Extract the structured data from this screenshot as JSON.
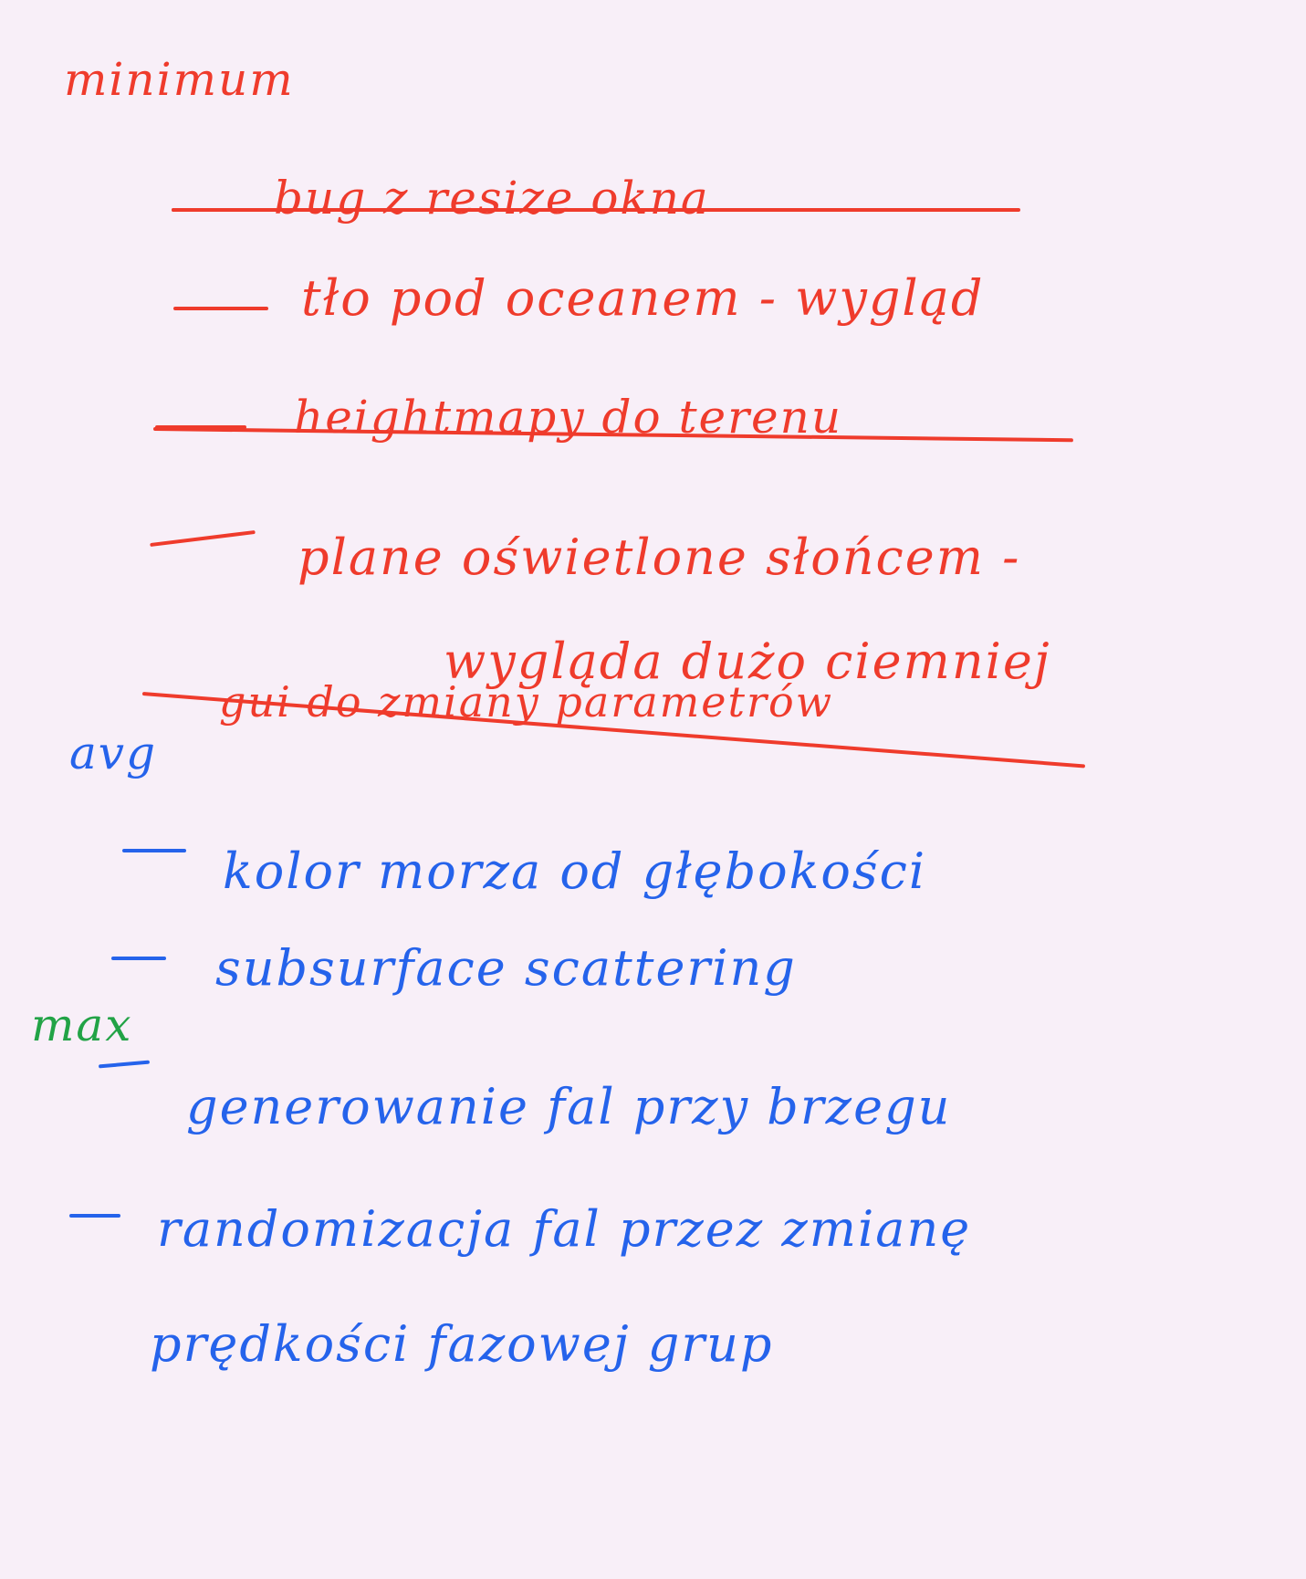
{
  "colors": {
    "background": "#f8eff8",
    "minimum_ink": "#ef3b2c",
    "avg_ink": "#2563eb",
    "max_ink": "#22a346"
  },
  "sections": {
    "minimum": {
      "heading": "minimum",
      "items": [
        {
          "text": "bug z resize okna",
          "struck": true
        },
        {
          "text": "tło pod oceanem - wygląd",
          "struck": false
        },
        {
          "text": "heightmapy do terenu",
          "struck": true
        },
        {
          "text": "plane oświetlone słońcem -",
          "struck": false
        },
        {
          "text": "wygląda dużo ciemniej",
          "struck": false
        },
        {
          "text": "gui do zmiany parametrów",
          "struck": true
        }
      ]
    },
    "avg": {
      "heading": "avg",
      "items": [
        {
          "text": "kolor morza od głębokości"
        },
        {
          "text": "subsurface scattering"
        }
      ]
    },
    "max": {
      "heading": "max",
      "items": [
        {
          "text": "generowanie fal przy brzegu"
        },
        {
          "text": "randomizacja fal przez zmianę"
        },
        {
          "text": "prędkości fazowej grup"
        }
      ]
    }
  }
}
